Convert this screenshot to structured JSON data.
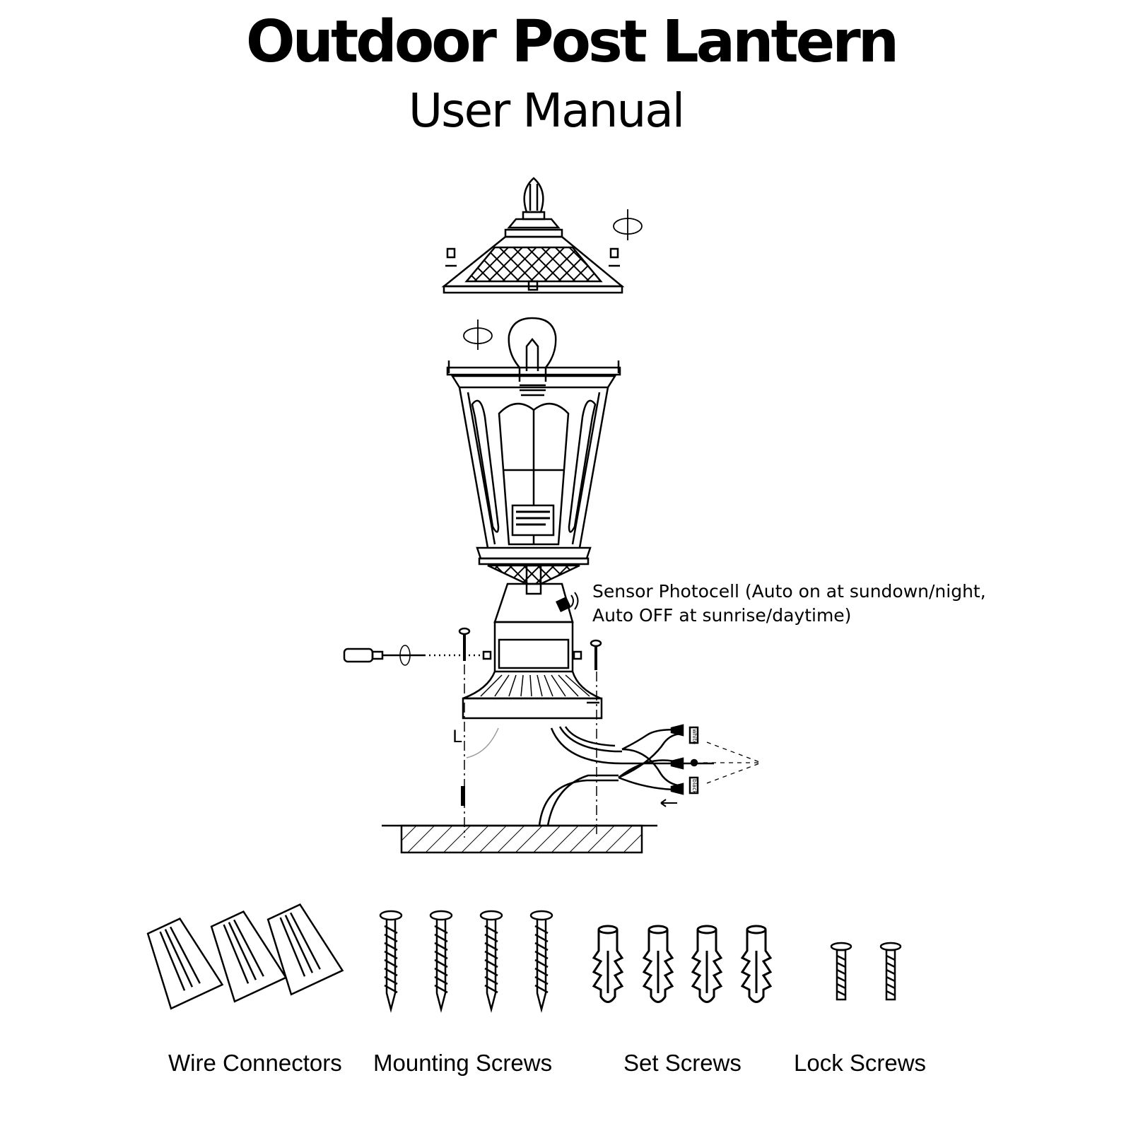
{
  "header": {
    "title": "Outdoor Post Lantern",
    "subtitle": "User Manual"
  },
  "diagram": {
    "photocell_note": [
      "Sensor Photocell (Auto on at sundown/night,",
      "Auto OFF at sunrise/daytime)"
    ],
    "wire_labels": [
      "white",
      "black"
    ],
    "mark_L": "L"
  },
  "parts": [
    {
      "label": "Wire Connectors",
      "count": 3
    },
    {
      "label": "Mounting Screws",
      "count": 4
    },
    {
      "label": "Set Screws",
      "count": 4
    },
    {
      "label": "Lock Screws",
      "count": 2
    }
  ]
}
